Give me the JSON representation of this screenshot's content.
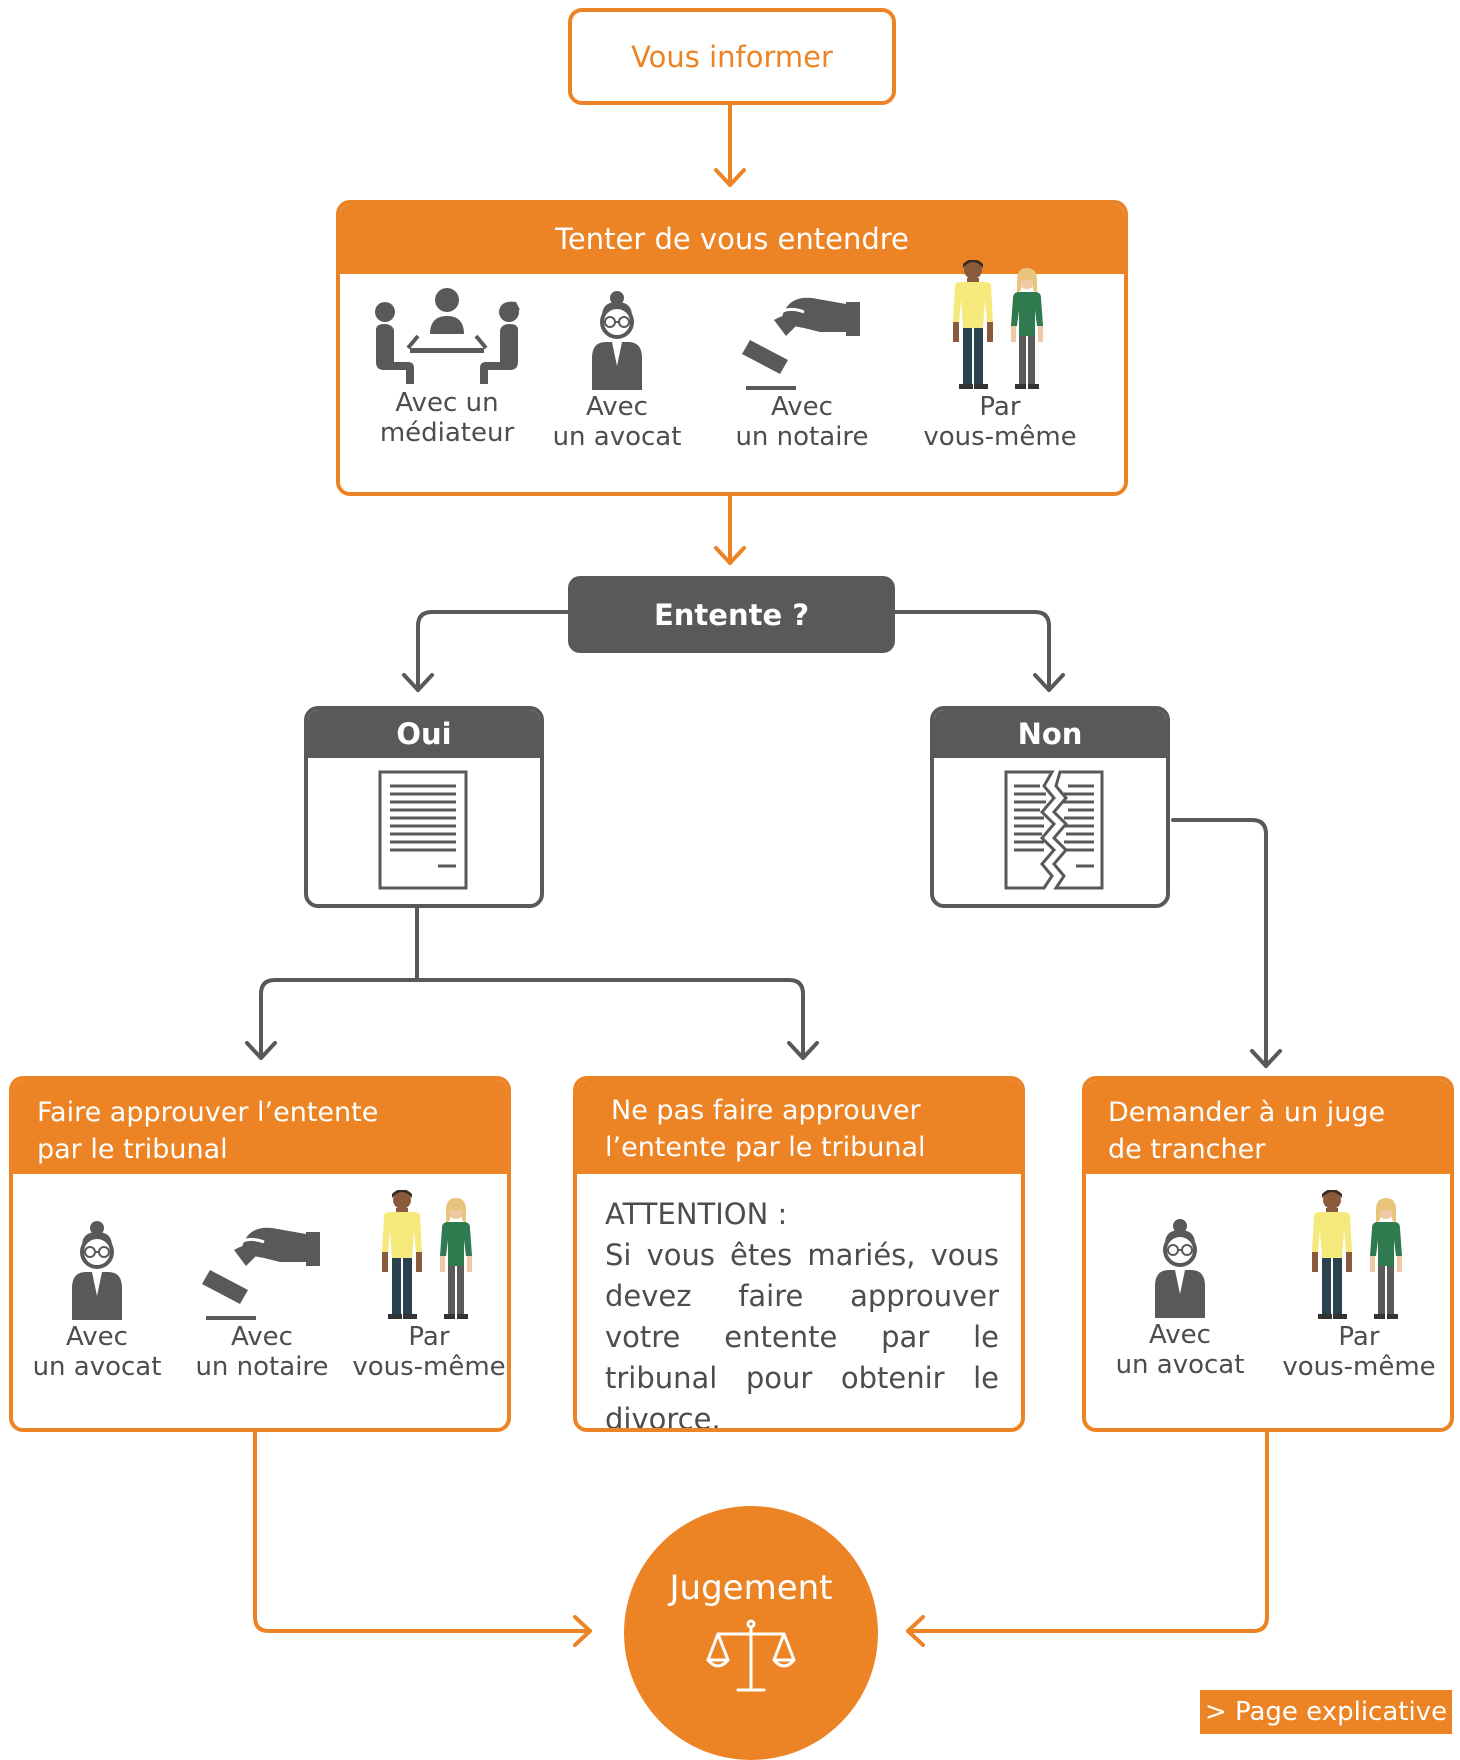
{
  "colors": {
    "orange": "#ec8426",
    "gray": "#58595b",
    "text": "#4d4d4f"
  },
  "start": {
    "label": "Vous informer"
  },
  "attempt": {
    "title": "Tenter de vous entendre",
    "options": [
      {
        "icon": "mediation-meeting-icon",
        "line1": "Avec un",
        "line2": "médiateur"
      },
      {
        "icon": "lawyer-icon",
        "line1": "Avec",
        "line2": "un avocat"
      },
      {
        "icon": "notary-stamp-icon",
        "line1": "Avec",
        "line2": "un notaire"
      },
      {
        "icon": "couple-icon",
        "line1": "Par",
        "line2": "vous-même"
      }
    ]
  },
  "decision": {
    "label": "Entente ?"
  },
  "yes": {
    "label": "Oui",
    "icon": "document-icon"
  },
  "no": {
    "label": "Non",
    "icon": "torn-document-icon"
  },
  "approve": {
    "title_line1": "Faire approuver l’entente",
    "title_line2": "par le tribunal",
    "options": [
      {
        "icon": "lawyer-icon",
        "line1": "Avec",
        "line2": "un avocat"
      },
      {
        "icon": "notary-stamp-icon",
        "line1": "Avec",
        "line2": "un notaire"
      },
      {
        "icon": "couple-icon",
        "line1": "Par",
        "line2": "vous-même"
      }
    ]
  },
  "no_approve": {
    "title_line1": "Ne pas faire approuver",
    "title_line2": "l’entente par le tribunal",
    "warning_title": "ATTENTION :",
    "warning_text": "Si vous êtes mariés, vous devez faire approuver votre entente par le tribunal pour obtenir le divorce."
  },
  "judge": {
    "title_line1": "Demander à un juge",
    "title_line2": "de trancher",
    "options": [
      {
        "icon": "lawyer-icon",
        "line1": "Avec",
        "line2": "un avocat"
      },
      {
        "icon": "couple-icon",
        "line1": "Par",
        "line2": "vous-même"
      }
    ]
  },
  "result": {
    "label": "Jugement",
    "icon": "scales-of-justice-icon"
  },
  "link": {
    "label": "> Page explicative"
  }
}
